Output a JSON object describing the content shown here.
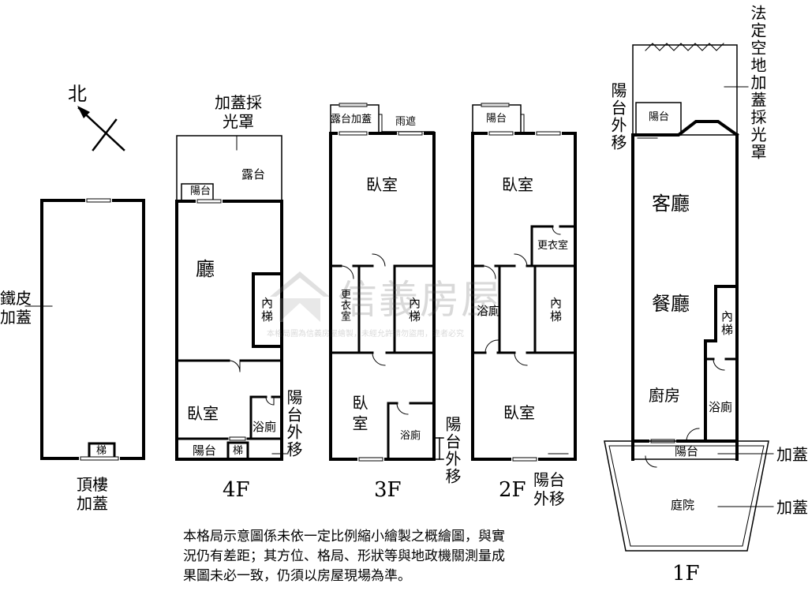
{
  "compass": {
    "north_label": "北"
  },
  "watermark": {
    "brand": "信義房屋",
    "notice": "本格局圖為信義房屋繪製，未經允許請勿盜用，違者必究"
  },
  "roof": {
    "left_label": "鐵皮加蓋",
    "stair": "梯",
    "caption": "頂樓加蓋"
  },
  "f4": {
    "skylight": "加蓋採光罩",
    "terrace": "露台",
    "balcony_top": "陽台",
    "hall": "廳",
    "stair": "內梯",
    "bedroom": "臥室",
    "bath": "浴廁",
    "balcony_bottom": "陽台",
    "stair_small": "梯",
    "balcony_moved": "陽台外移",
    "floor": "4F"
  },
  "f3": {
    "terrace_added": "露台加蓋",
    "awning": "雨遮",
    "bedroom_top": "臥室",
    "closet": "更衣室",
    "stair": "內梯",
    "bedroom_bottom": "臥室",
    "bath": "浴廁",
    "balcony_moved": "陽台外移",
    "floor": "3F"
  },
  "f2": {
    "balcony": "陽台",
    "bedroom_top": "臥室",
    "closet": "更衣室",
    "bath": "浴廁",
    "stair": "內梯",
    "bedroom_bottom": "臥室",
    "balcony_moved": "陽台外移",
    "floor": "2F"
  },
  "f1": {
    "legal_space": "法定空地加蓋採光罩",
    "balcony_moved": "陽台外移",
    "balcony": "陽台",
    "living": "客廳",
    "dining": "餐廳",
    "stair": "內梯",
    "kitchen": "廚房",
    "bath": "浴廁",
    "balcony_bottom": "陽台",
    "added_1": "加蓋",
    "courtyard": "庭院",
    "added_2": "加蓋",
    "floor": "1F"
  },
  "disclaimer": "本格局示意圖係未依一定比例縮小繪製之概繪圖，與實況仍有差距；其方位、格局、形狀等與地政機關測量成果圖未必一致，仍須以房屋現場為準。"
}
